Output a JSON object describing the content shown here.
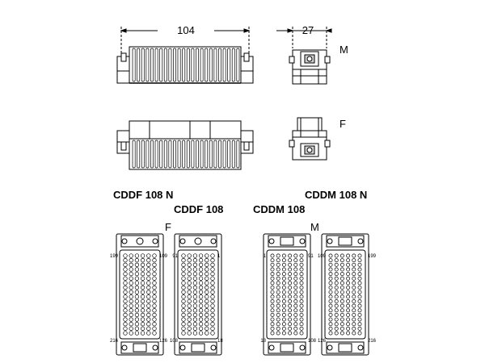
{
  "dimensions": {
    "width_label": "104",
    "depth_label": "27"
  },
  "views": {
    "male_marker": "M",
    "female_marker": "F"
  },
  "models": {
    "cddf_108_n": "CDDF 108 N",
    "cddf_108": "CDDF 108",
    "cddm_108": "CDDM 108",
    "cddm_108_n": "CDDM 108 N"
  },
  "face_markers": {
    "female": "F",
    "male": "M"
  },
  "pin_numbers": {
    "cddf_108_n": {
      "top_left": "199",
      "top_right": "109",
      "bottom_left": "216",
      "bottom_right": "126"
    },
    "cddf_108": {
      "top_left": "91",
      "top_right": "1",
      "bottom_left": "108",
      "bottom_right": "18"
    },
    "cddm_108": {
      "top_left": "1",
      "top_right": "91",
      "bottom_left": "18",
      "bottom_right": "108"
    },
    "cddm_108_n": {
      "top_left": "109",
      "top_right": "199",
      "bottom_left": "126",
      "bottom_right": "216"
    }
  },
  "colors": {
    "line": "#000000",
    "fill": "#ffffff",
    "shade": "#cfcfcf"
  }
}
